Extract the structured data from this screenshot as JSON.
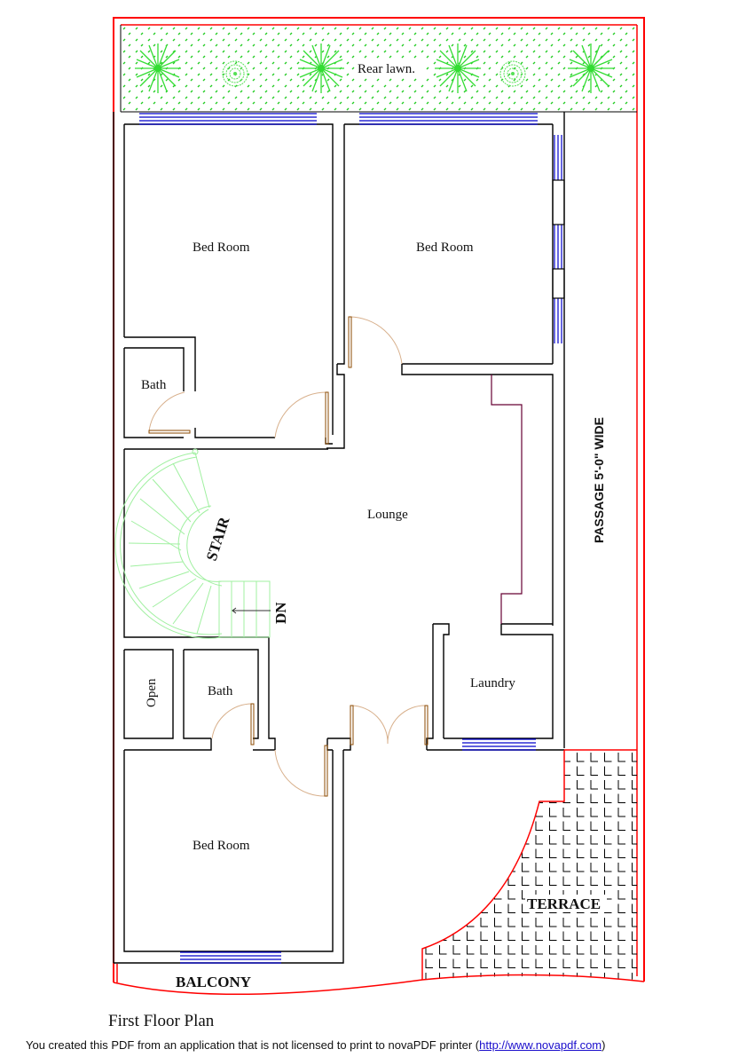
{
  "plan": {
    "title": "First Floor Plan",
    "rooms": {
      "rear_lawn": "Rear lawn.",
      "bed_room_top_left": "Bed Room",
      "bed_room_top_right": "Bed Room",
      "bath_top": "Bath",
      "lounge": "Lounge",
      "stair": "STAIR",
      "stair_dn": "DN",
      "passage": "PASSAGE 5'-0\" WIDE",
      "open": "Open",
      "bath_bottom": "Bath",
      "laundry": "Laundry",
      "bed_room_bottom": "Bed Room",
      "terrace": "TERRACE",
      "balcony": "BALCONY"
    },
    "colors": {
      "wall": "#000000",
      "boundary": "#ff0000",
      "window": "#0000cc",
      "door_leaf": "#8b4a00",
      "door_swing": "#d8b08c",
      "lawn": "#33dd33",
      "stair": "#a0f0a0",
      "partition": "#660033"
    }
  },
  "footer": {
    "notice_prefix": "You created this PDF from an application that is not licensed to print to novaPDF printer (",
    "link_text": "http://www.novapdf.com",
    "notice_suffix": ")"
  }
}
